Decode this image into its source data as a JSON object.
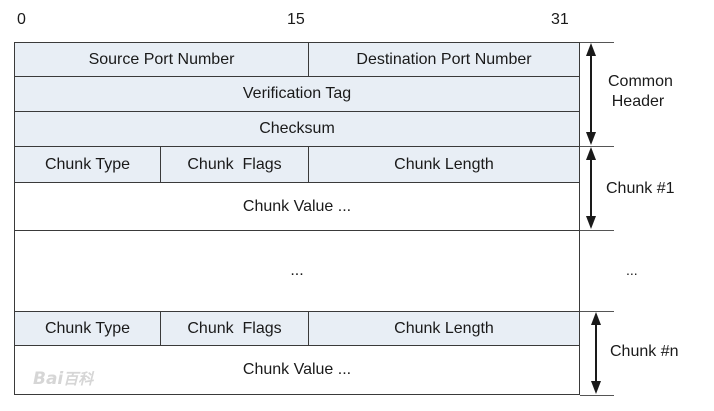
{
  "bit_labels": {
    "start": "0",
    "middle": "15",
    "end": "31"
  },
  "common_header": {
    "source_port": "Source Port Number",
    "destination_port": "Destination Port Number",
    "verification_tag": "Verification Tag",
    "checksum": "Checksum"
  },
  "chunk1": {
    "type": "Chunk Type",
    "flags": "Chunk  Flags",
    "length": "Chunk Length",
    "value": "Chunk Value ..."
  },
  "gap": {
    "ellipsis": "...",
    "side_ellipsis": "..."
  },
  "chunkn": {
    "type": "Chunk Type",
    "flags": "Chunk  Flags",
    "length": "Chunk Length",
    "value": "Chunk Value ..."
  },
  "side_labels": {
    "common_header_line1": "Common",
    "common_header_line2": "Header",
    "chunk1": "Chunk #1",
    "chunkn": "Chunk #n"
  },
  "watermark": "Bai百科",
  "colors": {
    "header_fill": "#e8eef5",
    "border": "#3a3a3a"
  }
}
